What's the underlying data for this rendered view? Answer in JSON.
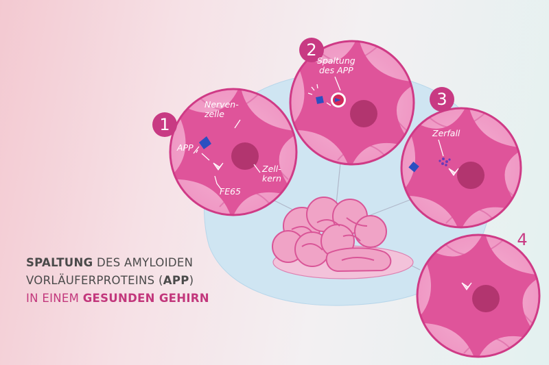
{
  "title": {
    "line1": [
      {
        "text": "SPALTUNG",
        "strong": true
      },
      {
        "text": " DES AMYLOIDEN",
        "strong": false
      }
    ],
    "line2": [
      {
        "text": "VORLÄUFERPROTEINS (",
        "strong": false
      },
      {
        "text": "APP",
        "strong": true
      },
      {
        "text": ")",
        "strong": false
      }
    ],
    "line3": [
      {
        "text": "IN EINEM ",
        "strong": false
      },
      {
        "text": "GESUNDEN GEHIRN",
        "strong": true
      }
    ]
  },
  "steps": [
    {
      "number": "1",
      "labels": {
        "neuron": "Nerven-\nzelle",
        "app": "APP",
        "fe65": "FE65",
        "nucleus": "Zell-\nkern"
      }
    },
    {
      "number": "2",
      "labels": {
        "cleavage": "Spaltung\ndes APP"
      }
    },
    {
      "number": "3",
      "labels": {
        "decay": "Zerfall"
      }
    },
    {
      "number": "4",
      "labels": {}
    }
  ],
  "colors": {
    "title_dark": "#4a4a4a",
    "title_pink": "#c2377c",
    "magenta": "#cf3a86",
    "cell_light": "#f3a6cc",
    "cell_dark": "#df549a",
    "nucleus": "#b2356f",
    "number_bg": "#c83a83",
    "brain": "#f0a3c6",
    "brain_outline": "#d95597",
    "blob": "#cfe5f2",
    "app_blue": "#2b4fc1"
  }
}
